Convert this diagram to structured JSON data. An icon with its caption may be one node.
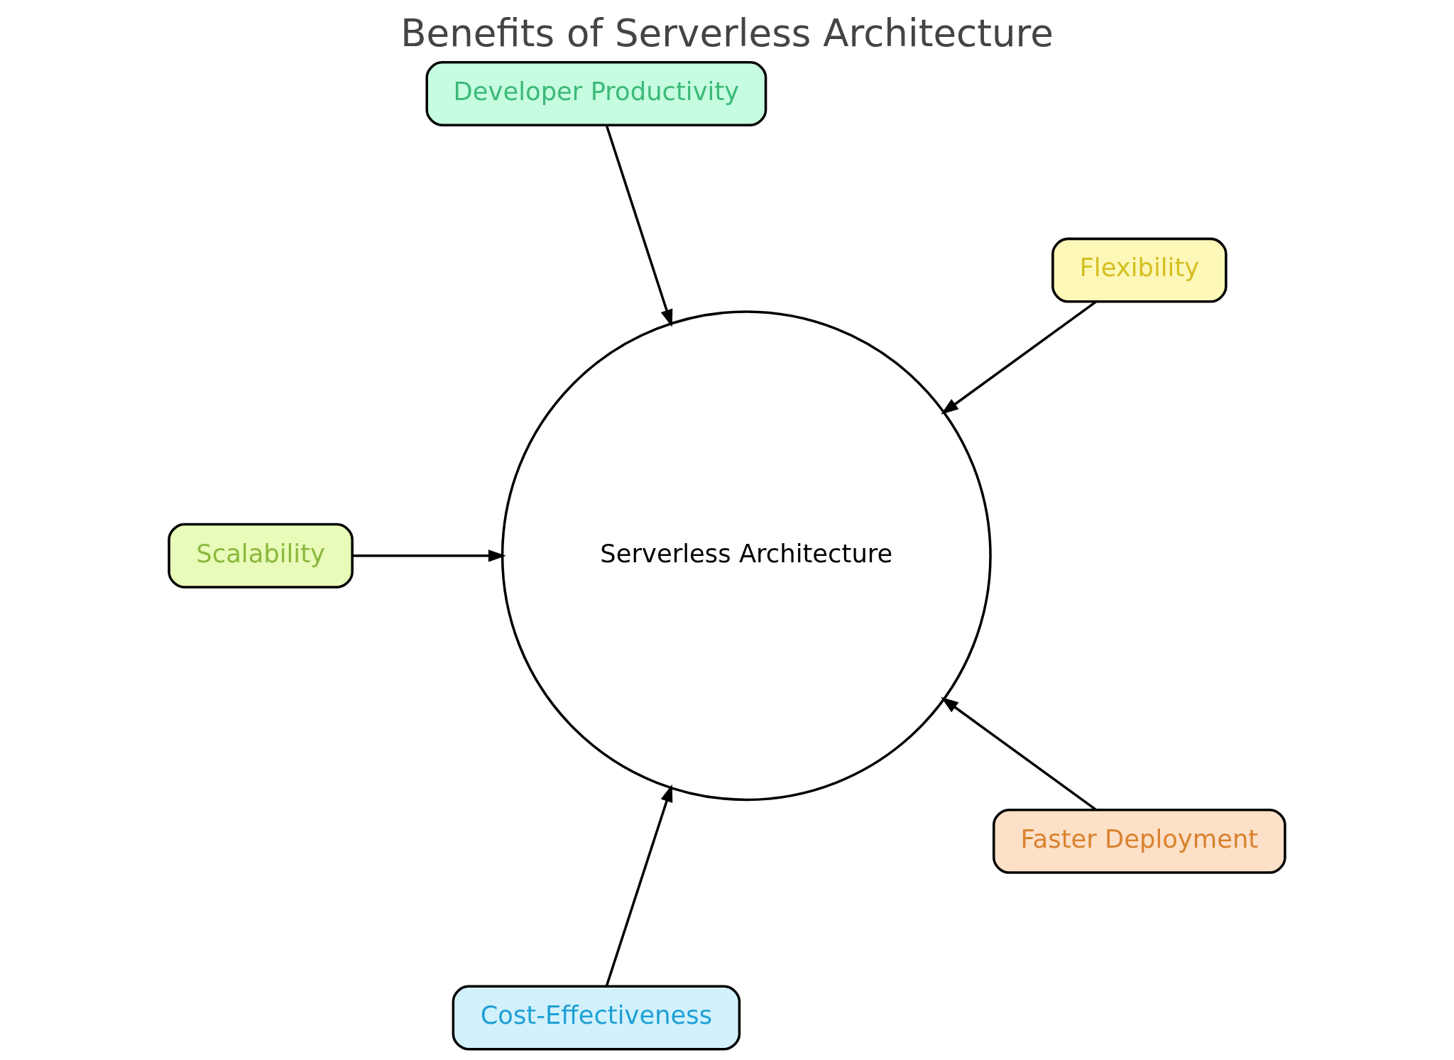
{
  "diagram": {
    "title": "Benefits of Serverless Architecture",
    "nodes": [
      {
        "text": [
          "Serverless Architecture"
        ]
      },
      {
        "text": [
          "Flexibility"
        ]
      },
      {
        "text": [
          "Developer Productivity"
        ]
      },
      {
        "text": [
          "Scalability"
        ]
      },
      {
        "text": [
          "Cost-Effectiveness"
        ]
      },
      {
        "text": [
          "Faster Deployment"
        ]
      }
    ],
    "edges": [
      {
        "from": 1,
        "to": 0,
        "arrow": "to"
      },
      {
        "from": 2,
        "to": 0,
        "arrow": "to"
      },
      {
        "from": 3,
        "to": 0,
        "arrow": "to"
      },
      {
        "from": 4,
        "to": 0,
        "arrow": "to"
      },
      {
        "from": 5,
        "to": 0,
        "arrow": "to"
      }
    ]
  }
}
